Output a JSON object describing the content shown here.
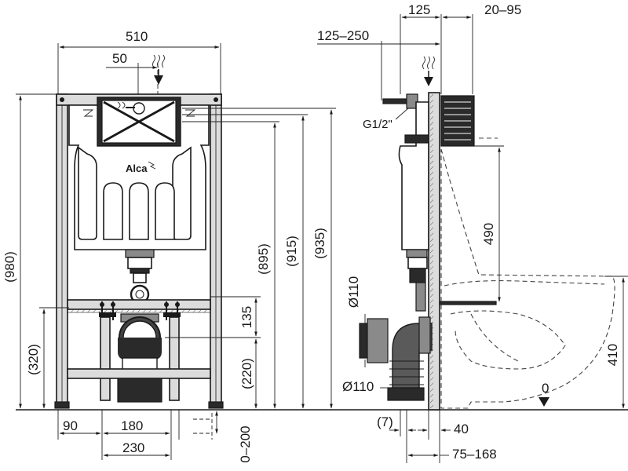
{
  "brand": {
    "logo": "Alca"
  },
  "front_view": {
    "width_overall": "510",
    "offset_50": "50",
    "height_980": "(980)",
    "height_320": "(320)",
    "height_895": "(895)",
    "height_915": "(915)",
    "height_935": "(935)",
    "dim_135": "135",
    "dim_220": "(220)",
    "dim_90": "90",
    "dim_180": "180",
    "dim_230": "230",
    "dim_0_200": "0–200"
  },
  "side_view": {
    "dim_125": "125",
    "dim_20_95": "20–95",
    "dim_125_250": "125–250",
    "thread": "G1/2\"",
    "pipe_d110_top": "Ø110",
    "pipe_d110_bottom": "Ø110",
    "dim_490": "490",
    "dim_410": "410",
    "zero_mark": "0",
    "dim_7": "(7)",
    "dim_40": "40",
    "dim_75_168": "75–168"
  },
  "colors": {
    "line": "#1a1a1a",
    "frame_fill": "#dcdcdc",
    "background": "#ffffff"
  }
}
